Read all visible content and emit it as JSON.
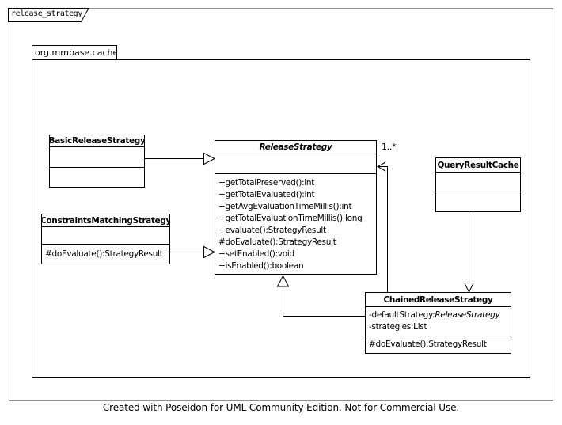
{
  "diagram": {
    "tab_label": "release_strategy",
    "package_name": "org.mmbase.cache",
    "footer_credit": "Created with Poseidon for UML Community Edition. Not for Commercial Use."
  },
  "classes": {
    "basic": {
      "name": "BasicReleaseStrategy"
    },
    "release": {
      "name": "ReleaseStrategy",
      "methods": [
        "+getTotalPreserved():int",
        "+getTotalEvaluated():int",
        "+getAvgEvaluationTimeMillis():int",
        "+getTotalEvaluationTimeMillis():long",
        "+evaluate():StrategyResult",
        "#doEvaluate():StrategyResult",
        "+setEnabled():void",
        "+isEnabled():boolean"
      ]
    },
    "constraints": {
      "name": "ConstraintsMatchingStrategy",
      "methods": [
        "#doEvaluate():StrategyResult"
      ]
    },
    "query": {
      "name": "QueryResultCache"
    },
    "chained": {
      "name": "ChainedReleaseStrategy",
      "attributes": [
        {
          "text": "-defaultStrategy:",
          "type_italic": "ReleaseStrategy"
        },
        {
          "text": "-strategies:List",
          "type_italic": ""
        }
      ],
      "methods": [
        "#doEvaluate():StrategyResult"
      ]
    }
  },
  "associations": {
    "chained_to_release_multiplicity": "1..*"
  },
  "colors": {
    "outer_frame": "#919191",
    "line": "#000000",
    "background": "#ffffff",
    "text": "#000000"
  }
}
